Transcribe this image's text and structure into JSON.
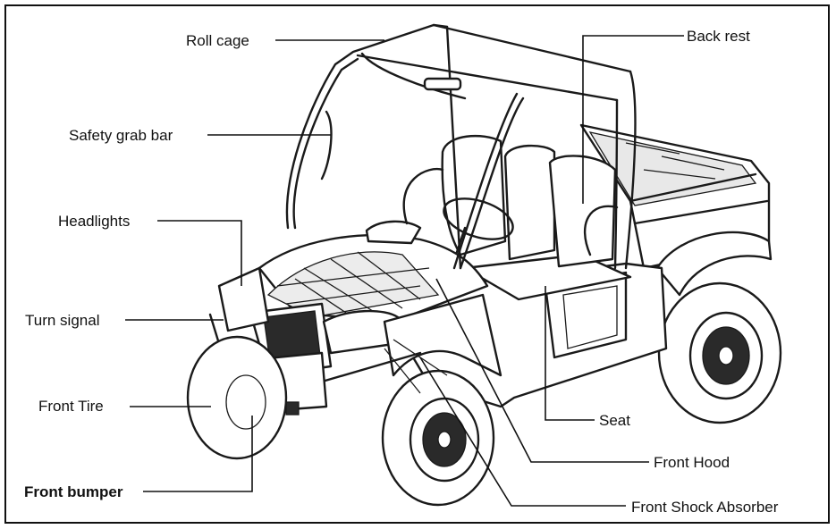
{
  "labels": {
    "roll_cage": "Roll cage",
    "back_rest": "Back rest",
    "safety_grab_bar": "Safety grab bar",
    "headlights": "Headlights",
    "turn_signal": "Turn signal",
    "front_tire": "Front Tire",
    "front_bumper": "Front bumper",
    "seat": "Seat",
    "front_hood": "Front Hood",
    "front_shock_absorber": "Front Shock Absorber"
  }
}
